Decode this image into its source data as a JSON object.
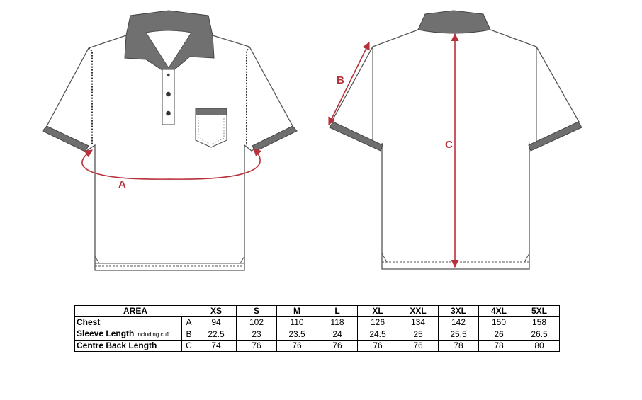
{
  "labels": {
    "a": "A",
    "b": "B",
    "c": "C"
  },
  "colors": {
    "measure": "#b7313a",
    "collar": "#707070",
    "outline": "#555555"
  },
  "table": {
    "area_header": "AREA",
    "sizes": [
      "XS",
      "S",
      "M",
      "L",
      "XL",
      "XXL",
      "3XL",
      "4XL",
      "5XL"
    ],
    "rows": [
      {
        "name": "Chest",
        "note": "",
        "key": "A",
        "values": [
          "94",
          "102",
          "110",
          "118",
          "126",
          "134",
          "142",
          "150",
          "158"
        ]
      },
      {
        "name": "Sleeve Length",
        "note": "including cuff",
        "key": "B",
        "values": [
          "22.5",
          "23",
          "23.5",
          "24",
          "24.5",
          "25",
          "25.5",
          "26",
          "26.5"
        ]
      },
      {
        "name": "Centre Back Length",
        "note": "",
        "key": "C",
        "values": [
          "74",
          "76",
          "76",
          "76",
          "76",
          "76",
          "78",
          "78",
          "80"
        ]
      }
    ]
  }
}
